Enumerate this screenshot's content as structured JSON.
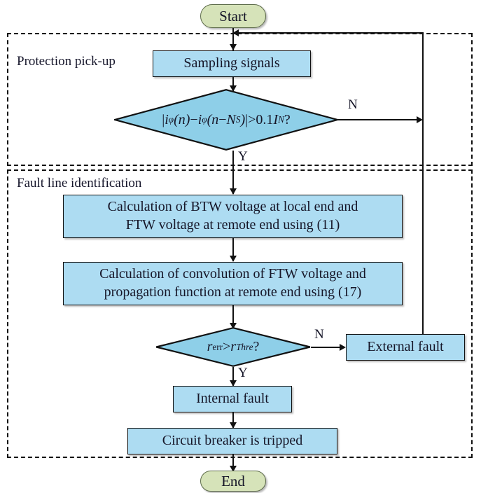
{
  "diagram": {
    "type": "flowchart",
    "title_visible": false,
    "colors": {
      "process_fill": "#addcf2",
      "decision_fill": "#8ecfe8",
      "terminator_fill": "#d6e3b9",
      "stroke": "#111111",
      "text": "#161628",
      "background": "#ffffff"
    },
    "groups": [
      {
        "id": "group-protection",
        "label": "Protection pick-up"
      },
      {
        "id": "group-fault-line",
        "label": "Fault line identification"
      }
    ],
    "nodes": {
      "start": {
        "label": "Start",
        "shape": "terminator"
      },
      "sampling": {
        "label": "Sampling signals",
        "shape": "process"
      },
      "pickup_decision": {
        "shape": "decision",
        "text_plain": "|iφ(n)−iφ(n−NS)|>0.1IN?",
        "parts": {
          "bar_open": "|",
          "i1": "i",
          "sub_phi1": "φ",
          "arg1": "(n)",
          "minus1": "−",
          "i2": "i",
          "sub_phi2": "φ",
          "arg2_open": "(n",
          "minus2": "−",
          "N": "N",
          "sub_S": "S",
          "arg2_close": ")",
          "bar_close": "|",
          "gt": ">",
          "coeff": "0.1",
          "I": "I",
          "sub_N": "N",
          "question": "?"
        }
      },
      "calc_btw": {
        "shape": "process",
        "line1": "Calculation of BTW voltage at local end and",
        "line2": "FTW voltage at remote end using (11)"
      },
      "calc_conv": {
        "shape": "process",
        "line1": "Calculation of convolution of FTW voltage and",
        "line2": "propagation function at remote end using (17)"
      },
      "err_decision": {
        "shape": "decision",
        "text_plain": "rerr>rThre?",
        "parts": {
          "r1": "r",
          "sub_err": "err",
          "gt": ">",
          "r2": "r",
          "sub_thre": "Thre",
          "question": "?"
        }
      },
      "external_fault": {
        "label": "External fault",
        "shape": "process"
      },
      "internal_fault": {
        "label": "Internal fault",
        "shape": "process"
      },
      "breaker": {
        "label": "Circuit breaker is tripped",
        "shape": "process"
      },
      "end": {
        "label": "End",
        "shape": "terminator"
      }
    },
    "edge_labels": {
      "pickup_no": "N",
      "pickup_yes": "Y",
      "err_no": "N",
      "err_yes": "Y"
    }
  }
}
